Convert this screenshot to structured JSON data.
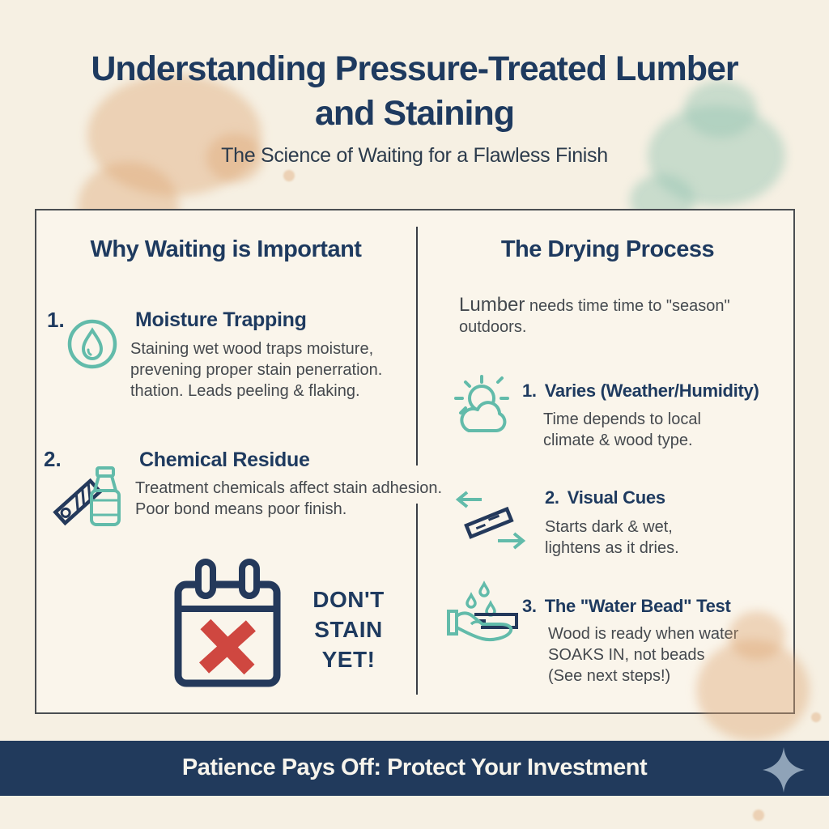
{
  "header": {
    "title_line1": "Understanding Pressure-Treated Lumber",
    "title_line2": "and Staining",
    "subtitle": "The Science of Waiting for a Flawless Finish"
  },
  "left_panel": {
    "heading": "Why Waiting is Important",
    "item1": {
      "number": "1.",
      "icon": "water-drop-icon",
      "title": "Moisture Trapping",
      "line1": "Staining wet wood traps moisture,",
      "line2": "prevening proper stain penerration.",
      "line3": "thation. Leads peeling & flaking."
    },
    "item2": {
      "number": "2.",
      "icon": "lumber-bottle-icon",
      "title": "Chemical Residue",
      "line1": "Treatment chemicals affect stain adhesion.",
      "line2": "Poor bond means poor finish."
    },
    "warning": {
      "icon": "calendar-x-icon",
      "line1": "DON'T",
      "line2": "STAIN",
      "line3": "YET!"
    }
  },
  "right_panel": {
    "heading": "The Drying Process",
    "intro_lead": "Lumber",
    "intro_rest": " needs time time to \"season\"",
    "intro_line2": "outdoors.",
    "item1": {
      "number": "1.",
      "icon": "sun-cloud-icon",
      "title": "Varies (Weather/Humidity)",
      "line1": "Time depends to local",
      "line2": "climate & wood type."
    },
    "item2": {
      "number": "2.",
      "icon": "plank-arrows-icon",
      "title": "Visual Cues",
      "line1": "Starts dark & wet,",
      "line2": "lightens as it dries."
    },
    "item3": {
      "number": "3.",
      "icon": "hand-water-icon",
      "title": "The \"Water Bead\" Test",
      "line1": "Wood is ready when water",
      "line2": "SOAKS IN, not beads",
      "line3": "(See next steps!)"
    }
  },
  "footer": {
    "banner_text": "Patience Pays Off: Protect Your Investment",
    "icon": "sparkle-icon"
  },
  "colors": {
    "navy": "#1e3a5f",
    "teal": "#62bbaa",
    "red": "#cf4740",
    "banner": "#213a5c",
    "background": "#f6f0e3",
    "sparkle": "#8fa3b8"
  }
}
